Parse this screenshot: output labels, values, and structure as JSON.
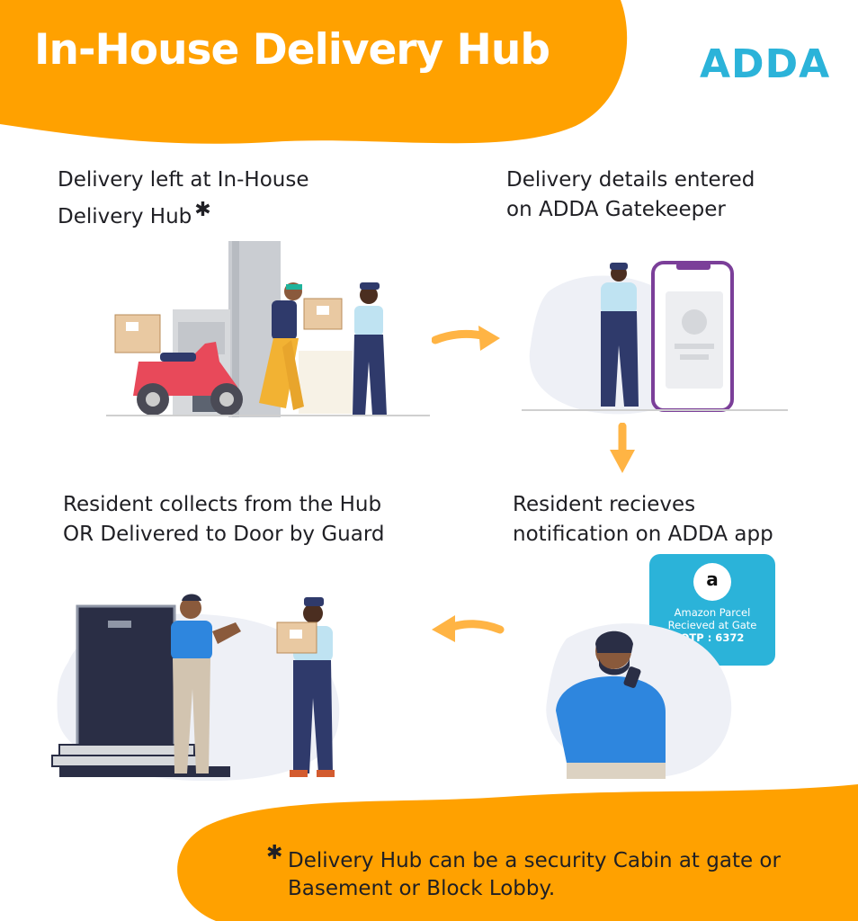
{
  "header": {
    "title": "In-House Delivery Hub",
    "brand": "ADDA"
  },
  "steps": [
    {
      "line1": "Delivery left at In-House",
      "line2": "Delivery Hub",
      "marker": "✱"
    },
    {
      "line1": "Delivery details entered",
      "line2": "on ADDA Gatekeeper"
    },
    {
      "line1": "Resident recieves",
      "line2": "notification on ADDA app"
    },
    {
      "line1": "Resident collects from the Hub",
      "line2": "OR Delivered to Door by Guard"
    }
  ],
  "notification": {
    "logo_letter": "a",
    "line1": "Amazon Parcel",
    "line2": "Recieved at Gate",
    "otp": "OTP : 6372"
  },
  "footnote": {
    "marker": "✱",
    "line1": "Delivery Hub can be a security Cabin at gate or",
    "line2": "Basement or Block Lobby."
  },
  "colors": {
    "accent_orange": "#FFA100",
    "brand_blue": "#2BB3D9",
    "guard_navy": "#2F3A6B",
    "scooter_red": "#E8495A"
  },
  "icons": [
    "asterisk-icon",
    "amazon-logo-icon",
    "arrow-right-icon",
    "arrow-down-icon",
    "arrow-left-icon"
  ]
}
